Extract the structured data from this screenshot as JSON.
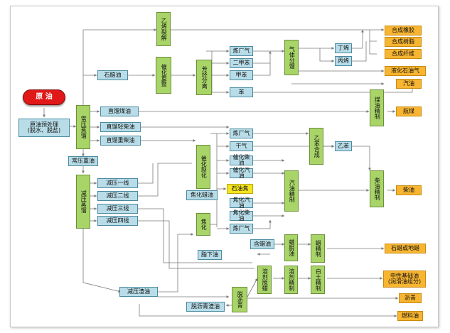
{
  "nodes": {
    "crude": "原 油",
    "pretreat": "原油预处理\n(脱水、脱盐)",
    "atm": "常压蒸馏",
    "vac": "减压蒸馏",
    "naphtha": "石脑油",
    "straight_kero": "直馏煤油",
    "straight_light_diesel": "直馏轻柴油",
    "straight_heavy_diesel": "直馏重柴油",
    "atm_heavy": "常压重油",
    "vac1": "减压一线",
    "vac2": "减压二线",
    "vac3": "减压三线",
    "vac4": "减压四线",
    "vac_residue": "减压渣油",
    "ethylene_crack": "乙烯裂解",
    "cat_reform": "催化重整",
    "aromatics_sep": "芳烃分离",
    "reform_gas": "炼厂气",
    "xylene": "二甲苯",
    "toluene": "甲苯",
    "benzene": "苯",
    "gas_sep": "气体分馏",
    "butene": "丁烯",
    "propene": "丙烯",
    "cat_crack": "催化裂化",
    "fcc_gas": "炼厂气",
    "dry_gas": "干气",
    "fcc_diesel": "催化柴油",
    "fcc_gasoline": "催化汽油",
    "coke_wax": "焦化蜡油",
    "petcoke": "石油焦",
    "coke_gasoline": "焦化汽油",
    "coking": "焦化",
    "coke_diesel": "焦化柴油",
    "coke_gas": "炼厂气",
    "ethylbenzene": "乙苯合成",
    "ethylbenzene2": "乙苯",
    "gasoline_refine": "汽油精制",
    "kero_refine": "煤油精制",
    "diesel_refine": "柴油精制",
    "waxy_oil": "含蜡油",
    "dewax": "蜡脱油",
    "wax_refine": "蜡精制",
    "side_oil": "脂下油",
    "solvent_deasph": "溶剂脱蜡",
    "solvent_refine": "溶剂精制",
    "clay_refine": "白土精制",
    "deasph": "脱沥青",
    "deasph_residue": "脱沥青渣油",
    "p_rubber": "合成橡胶",
    "p_resin": "合成树脂",
    "p_fiber": "合成纤维",
    "p_lpg": "液化石油气",
    "p_gasoline": "汽油",
    "p_jet": "航煤",
    "p_diesel": "柴油",
    "p_wax": "石蜡或地蜡",
    "p_lube": "中性基础油\n(润滑油组分)",
    "p_asphalt": "沥青",
    "p_fuel": "燃料油"
  },
  "colors": {
    "blue": "#b8dde8",
    "green": "#a8d468",
    "orange": "#f7b531",
    "yellow": "#f6e51f",
    "red": "#e01818"
  }
}
